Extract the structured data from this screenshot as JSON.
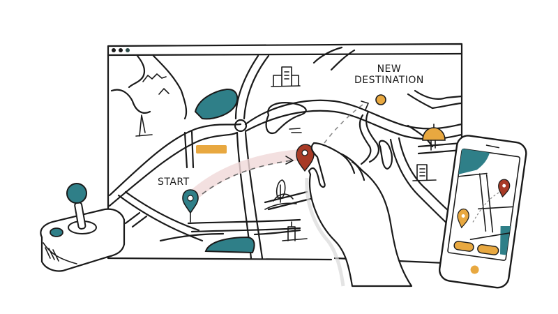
{
  "window": {
    "controls": [
      "dot",
      "dot",
      "dot"
    ]
  },
  "map": {
    "labels": {
      "start": "START",
      "destination_line1": "NEW",
      "destination_line2": "DESTINATION"
    },
    "markers": [
      {
        "name": "start-pin",
        "color": "#2f7f88"
      },
      {
        "name": "current-pin",
        "color": "#a83a26"
      },
      {
        "name": "destination-dot",
        "color": "#e8a840"
      }
    ]
  },
  "colors": {
    "teal": "#2f7f88",
    "orange": "#e8a840",
    "red": "#a83a26",
    "ink": "#1a1a1a",
    "trail": "#f0d8d8"
  },
  "phone": {
    "buttons": [
      "pill",
      "pill"
    ]
  },
  "joystick": {
    "button_color": "#2f7f88"
  }
}
